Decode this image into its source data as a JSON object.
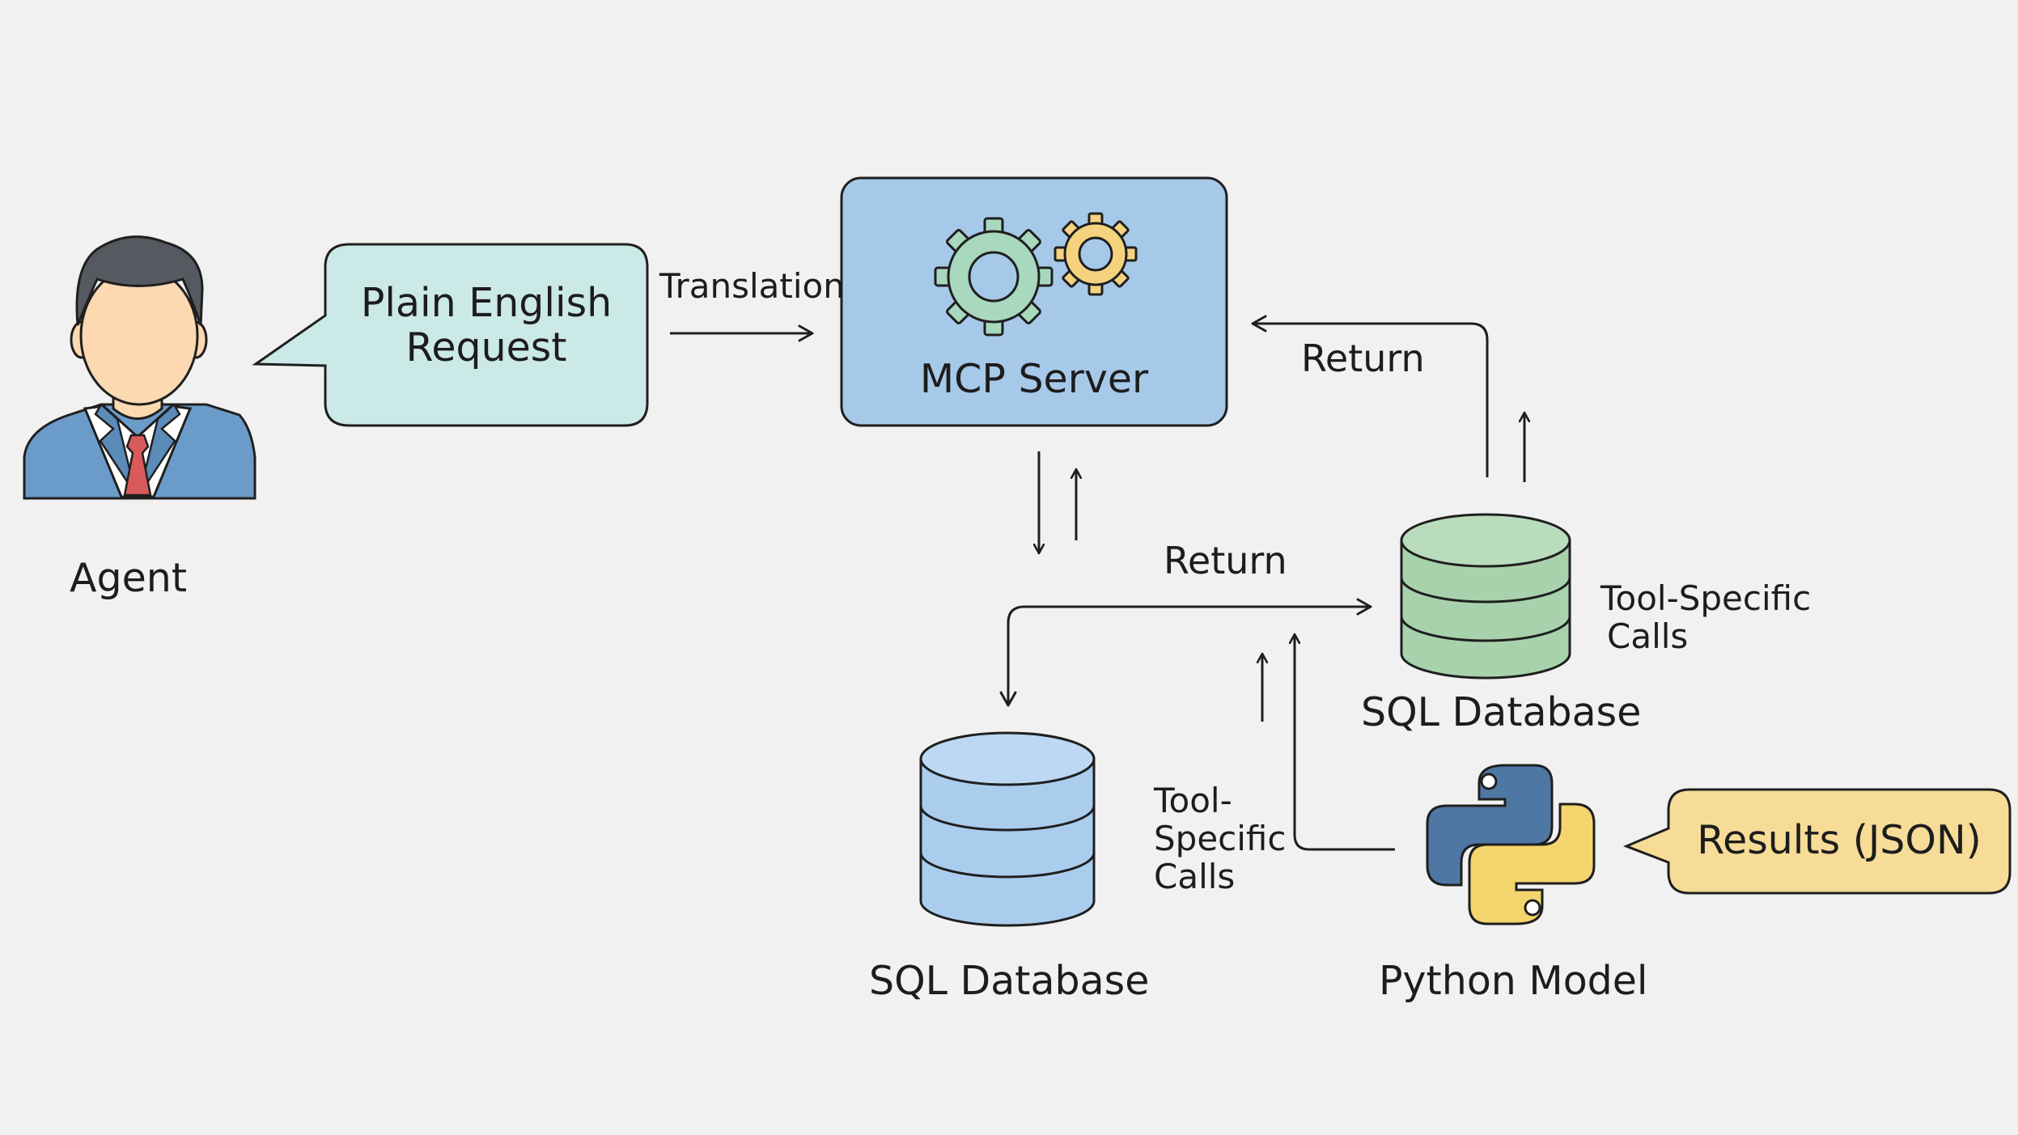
{
  "agent": {
    "label": "Agent"
  },
  "request_bubble": {
    "line1": "Plain English",
    "line2": "Request"
  },
  "translation_label": "Translation",
  "mcp_server": {
    "label": "MCP Server"
  },
  "return_top": "Return",
  "return_mid": "Return",
  "sql_db_right": {
    "label": "SQL Database",
    "calls_line1": "Tool-Specific",
    "calls_line2": "Calls"
  },
  "sql_db_left": {
    "label": "SQL Database",
    "calls_line1": "Tool-",
    "calls_line2": "Specific",
    "calls_line3": "Calls"
  },
  "python_model": {
    "label": "Python Model"
  },
  "results_bubble": {
    "label": "Results (JSON)"
  },
  "colors": {
    "background": "#f1f1f1",
    "bubble_teal": "#cbe9e6",
    "server_blue": "#a7c9e9",
    "db_green": "#a8d2ac",
    "db_blue": "#aacdee",
    "gear_green": "#a8d8bd",
    "gear_yellow": "#f5d37e",
    "python_blue": "#4f77a3",
    "python_yellow": "#f4d46c",
    "results_yellow": "#f7dc98",
    "suit_blue": "#6b9cc9",
    "tie_red": "#d95a5a",
    "stroke": "#1f1f1f"
  }
}
